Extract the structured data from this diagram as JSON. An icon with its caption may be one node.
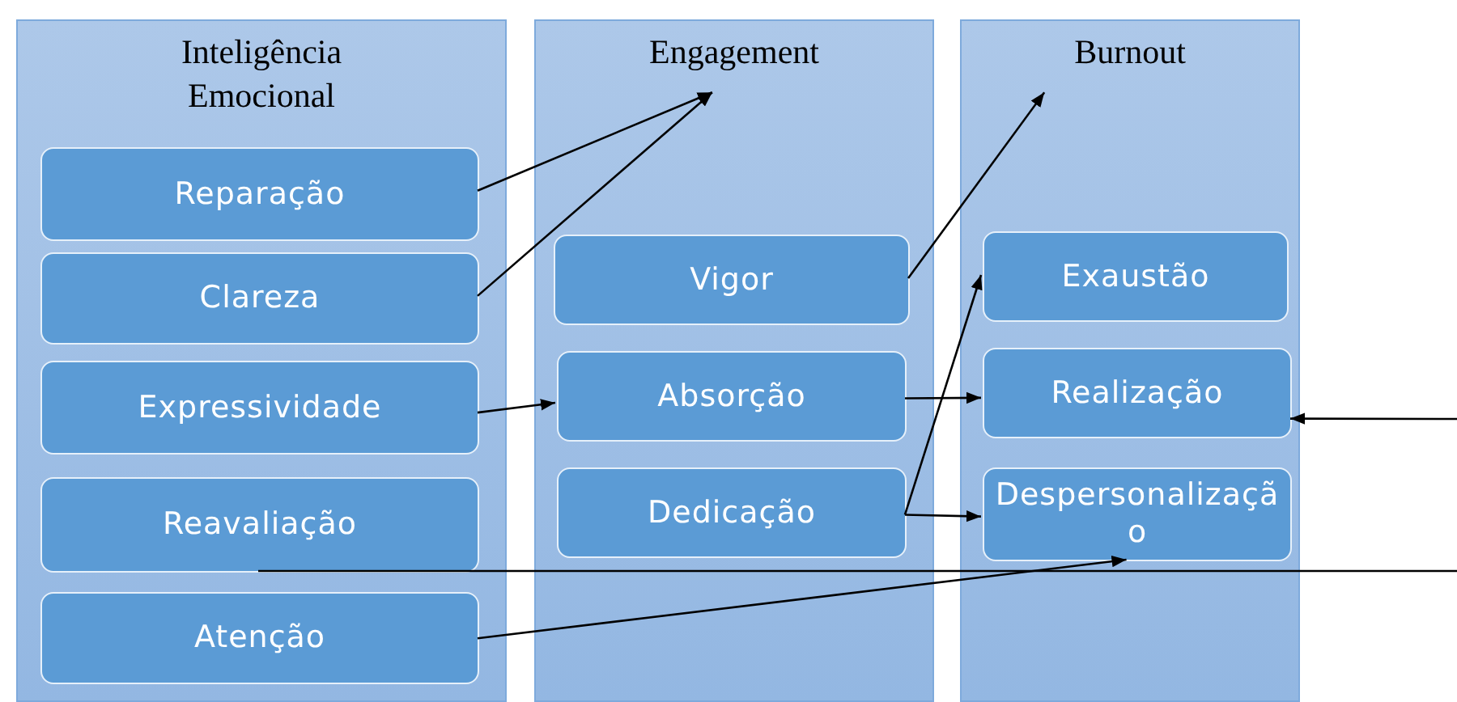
{
  "diagram": {
    "nodes": [
      {
        "text": [
          "Inteligência Emocional"
        ]
      },
      {
        "text": [
          "Reparação"
        ],
        "in": 0
      },
      {
        "text": [
          "Clareza"
        ],
        "in": 0
      },
      {
        "text": [
          "Expressividade"
        ],
        "in": 0
      },
      {
        "text": [
          "Reavaliação"
        ],
        "in": 0
      },
      {
        "text": [
          "Atenção"
        ],
        "in": 0
      },
      {
        "text": [
          "Engagement"
        ]
      },
      {
        "text": [
          "Vigor"
        ],
        "in": 6
      },
      {
        "text": [
          "Absorção"
        ],
        "in": 6
      },
      {
        "text": [
          "Dedicação"
        ],
        "in": 6
      },
      {
        "text": [
          "Burnout"
        ]
      },
      {
        "text": [
          "Exaustão"
        ],
        "in": 10
      },
      {
        "text": [
          "Realização"
        ],
        "in": 10
      },
      {
        "text": [
          "Despersonalização"
        ],
        "in": 10
      }
    ],
    "edges": [
      {
        "from": 1,
        "to": 6,
        "arrow": "to"
      },
      {
        "from": 2,
        "to": 6,
        "arrow": "to"
      },
      {
        "from": 3,
        "to": 8,
        "arrow": "to"
      },
      {
        "from": 7,
        "to": 10,
        "arrow": "to"
      },
      {
        "from": 8,
        "to": 12,
        "arrow": "to"
      },
      {
        "from": 9,
        "to": 11,
        "arrow": "to"
      },
      {
        "from": 9,
        "to": 13,
        "arrow": "to"
      },
      {
        "from": null,
        "to": 12,
        "arrow": "to"
      },
      {
        "from": 4,
        "to": null,
        "arrow": "none"
      },
      {
        "from": 5,
        "to": 13,
        "arrow": "to"
      }
    ]
  }
}
